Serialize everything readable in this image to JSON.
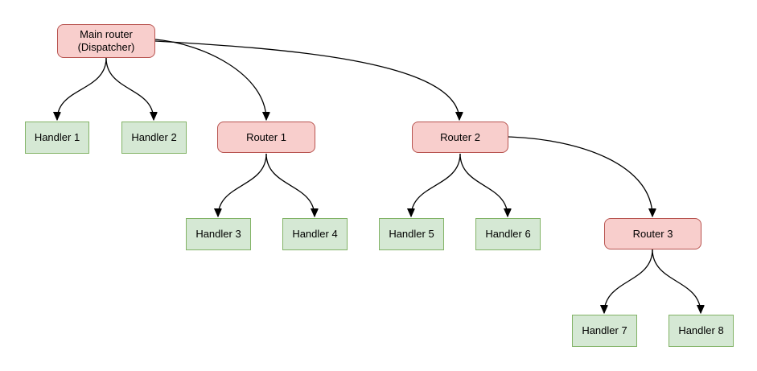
{
  "diagram": {
    "type": "tree",
    "description_nodes_count": 12,
    "colors": {
      "router_fill": "#f8cecc",
      "router_border": "#b85450",
      "handler_fill": "#d5e8d4",
      "handler_border": "#82b366",
      "edge": "#000000",
      "text": "#000000",
      "background": "#ffffff"
    }
  },
  "nodes": [
    {
      "id": "main-router",
      "type": "router",
      "label_line1": "Main router",
      "label_line2": "(Dispatcher)"
    },
    {
      "id": "handler-1",
      "type": "handler",
      "label": "Handler 1"
    },
    {
      "id": "handler-2",
      "type": "handler",
      "label": "Handler 2"
    },
    {
      "id": "router-1",
      "type": "router",
      "label": "Router 1"
    },
    {
      "id": "router-2",
      "type": "router",
      "label": "Router 2"
    },
    {
      "id": "handler-3",
      "type": "handler",
      "label": "Handler 3"
    },
    {
      "id": "handler-4",
      "type": "handler",
      "label": "Handler 4"
    },
    {
      "id": "handler-5",
      "type": "handler",
      "label": "Handler 5"
    },
    {
      "id": "handler-6",
      "type": "handler",
      "label": "Handler 6"
    },
    {
      "id": "router-3",
      "type": "router",
      "label": "Router 3"
    },
    {
      "id": "handler-7",
      "type": "handler",
      "label": "Handler 7"
    },
    {
      "id": "handler-8",
      "type": "handler",
      "label": "Handler 8"
    }
  ],
  "edges": [
    {
      "from": "main-router",
      "to": "handler-1"
    },
    {
      "from": "main-router",
      "to": "handler-2"
    },
    {
      "from": "main-router",
      "to": "router-1"
    },
    {
      "from": "main-router",
      "to": "router-2"
    },
    {
      "from": "router-1",
      "to": "handler-3"
    },
    {
      "from": "router-1",
      "to": "handler-4"
    },
    {
      "from": "router-2",
      "to": "handler-5"
    },
    {
      "from": "router-2",
      "to": "handler-6"
    },
    {
      "from": "router-2",
      "to": "router-3"
    },
    {
      "from": "router-3",
      "to": "handler-7"
    },
    {
      "from": "router-3",
      "to": "handler-8"
    }
  ]
}
